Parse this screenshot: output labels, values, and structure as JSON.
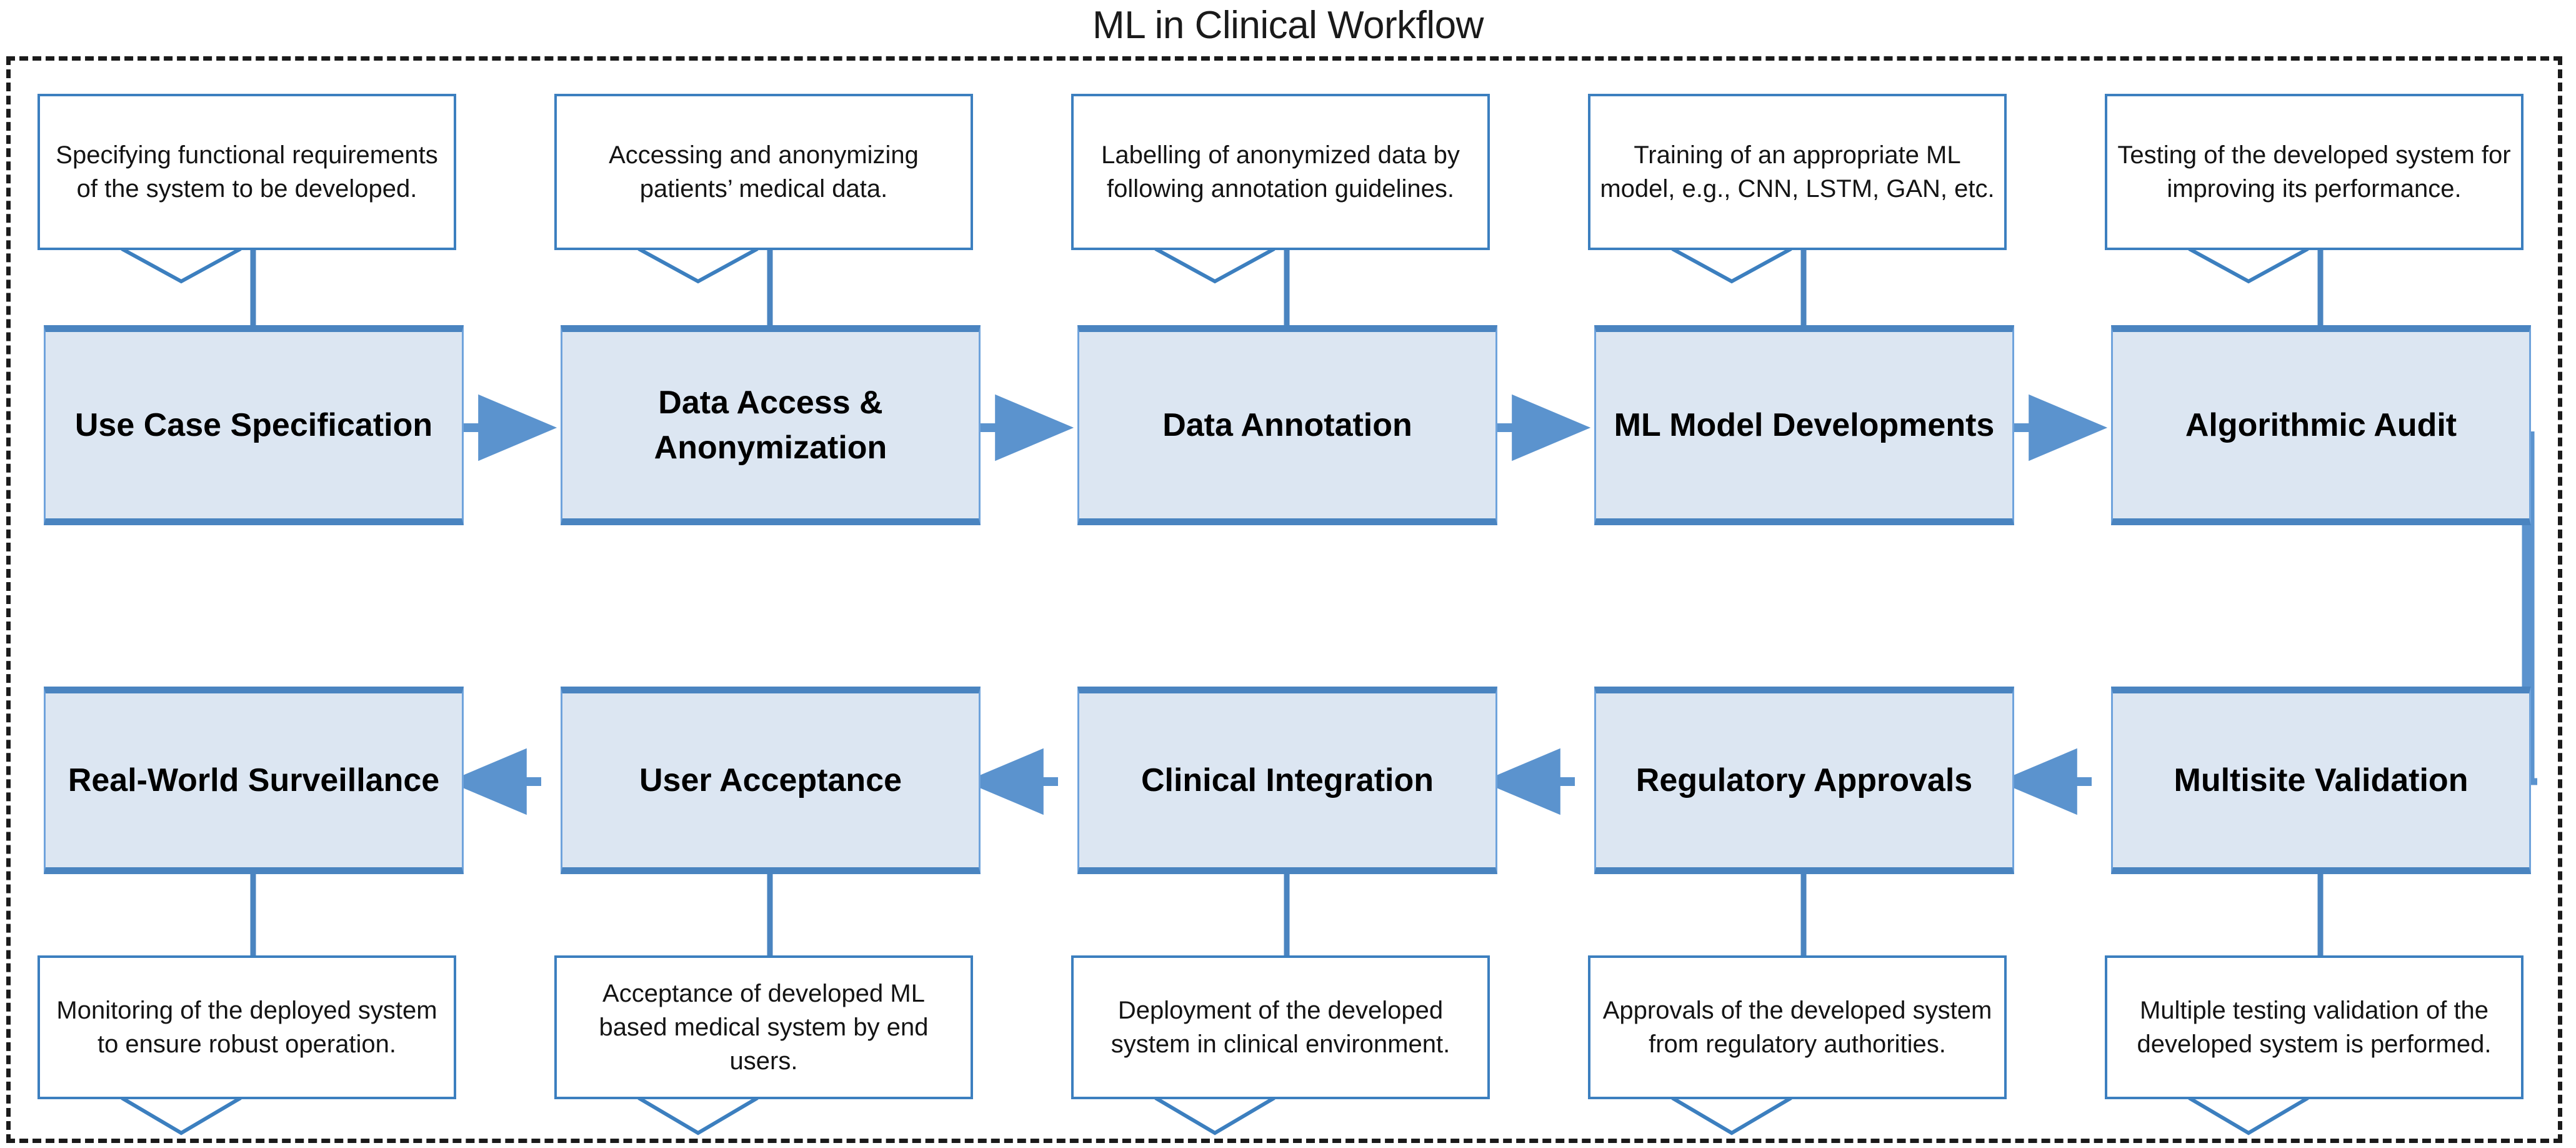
{
  "title": "ML in Clinical Workflow",
  "colors": {
    "box_fill": "#DCE6F2",
    "box_border": "#4A84C0",
    "callout_border": "#3C7FBF",
    "connector": "#4A84C0",
    "frame": "#1B1B1B",
    "text": "#000000"
  },
  "top_callouts": [
    {
      "id": "callout-use-case-specification",
      "text": "Specifying functional requirements of the system to be developed."
    },
    {
      "id": "callout-data-access-anonymization",
      "text": "Accessing and anonymizing patients’ medical data."
    },
    {
      "id": "callout-data-annotation",
      "text": "Labelling of anonymized data by following annotation guidelines."
    },
    {
      "id": "callout-ml-model-developments",
      "text": "Training of an appropriate ML model, e.g., CNN, LSTM, GAN, etc."
    },
    {
      "id": "callout-algorithmic-audit",
      "text": "Testing of the developed system for improving its performance."
    }
  ],
  "top_row": [
    {
      "id": "box-use-case-specification",
      "label": "Use Case Specification"
    },
    {
      "id": "box-data-access-anonymization",
      "label": "Data Access & Anonymization"
    },
    {
      "id": "box-data-annotation",
      "label": "Data Annotation"
    },
    {
      "id": "box-ml-model-developments",
      "label": "ML Model Developments"
    },
    {
      "id": "box-algorithmic-audit",
      "label": "Algorithmic Audit"
    }
  ],
  "bottom_row": [
    {
      "id": "box-real-world-surveillance",
      "label": "Real-World Surveillance"
    },
    {
      "id": "box-user-acceptance",
      "label": "User Acceptance"
    },
    {
      "id": "box-clinical-integration",
      "label": "Clinical Integration"
    },
    {
      "id": "box-regulatory-approvals",
      "label": "Regulatory Approvals"
    },
    {
      "id": "box-multisite-validation",
      "label": "Multisite Validation"
    }
  ],
  "bottom_callouts": [
    {
      "id": "callout-real-world-surveillance",
      "text": "Monitoring of the deployed system to ensure robust operation."
    },
    {
      "id": "callout-user-acceptance",
      "text": "Acceptance of developed ML based medical system by end users."
    },
    {
      "id": "callout-clinical-integration",
      "text": "Deployment of the developed system in clinical environment."
    },
    {
      "id": "callout-regulatory-approvals",
      "text": "Approvals of the developed system from regulatory authorities."
    },
    {
      "id": "callout-multisite-validation",
      "text": "Multiple testing validation of the developed system is performed."
    }
  ],
  "flow": {
    "top_direction": "left-to-right",
    "bottom_direction": "right-to-left",
    "wrap_connector": "Algorithmic Audit → Multisite Validation"
  }
}
